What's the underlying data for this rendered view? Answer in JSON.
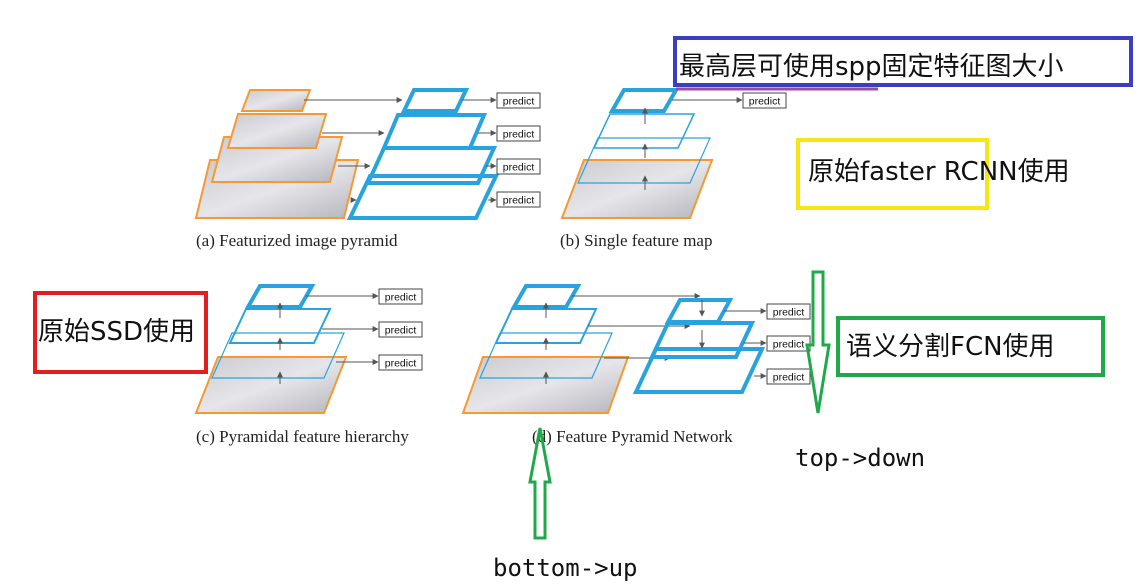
{
  "captions": {
    "a": "(a) Featurized image pyramid",
    "b": "(b) Single feature map",
    "c": "(c) Pyramidal feature hierarchy",
    "d": "(d) Feature Pyramid Network"
  },
  "predict_label": "predict",
  "annotations": {
    "top_note": "最高层可使用spp固定特征图大小",
    "faster_rcnn": "原始faster RCNN使用",
    "ssd": "原始SSD使用",
    "fcn": "语义分割FCN使用",
    "top_down": "top->down",
    "bottom_up": "bottom->up"
  },
  "colors": {
    "feature_blue": "#29a3dd",
    "image_orange": "#f39a36",
    "box_blue": "#3b3fbf",
    "box_yellow": "#f5e614",
    "box_red": "#e02020",
    "box_green": "#21a84a",
    "underline_purple": "#9b4aa8"
  }
}
